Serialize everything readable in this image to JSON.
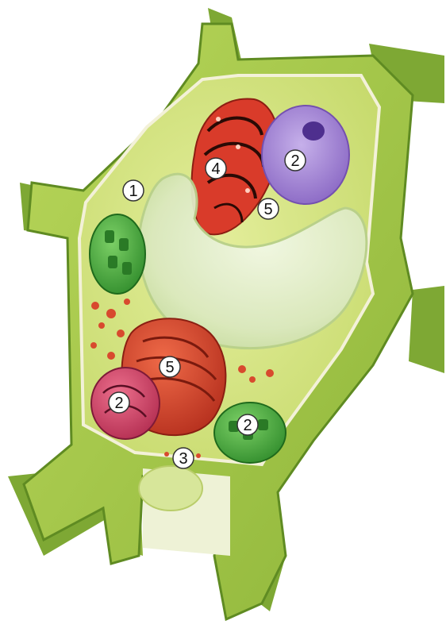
{
  "diagram": {
    "subject": "plant-cell",
    "colors": {
      "wall_light": "#a7c94a",
      "wall_dark": "#6f9a2a",
      "cytoplasm": "#d6e48a",
      "vacuole": "#e3efcc",
      "nucleus": "#a98ad6",
      "golgi": "#d93b2a",
      "mitochondria": "#d9452b",
      "chloroplast": "#4aa63a",
      "vesicle": "#e05a3a"
    },
    "markers": [
      {
        "label": "1"
      },
      {
        "label": "2"
      },
      {
        "label": "4"
      },
      {
        "label": "5"
      },
      {
        "label": "5"
      },
      {
        "label": "2"
      },
      {
        "label": "2"
      },
      {
        "label": "3"
      }
    ]
  }
}
